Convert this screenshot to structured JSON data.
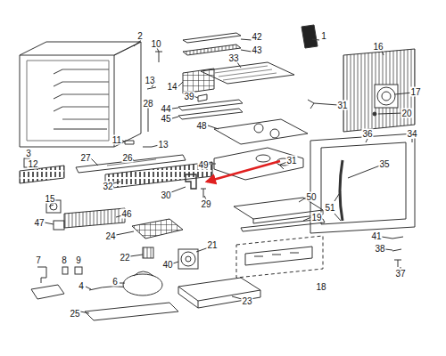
{
  "diagram": {
    "labels": [
      "2",
      "10",
      "42",
      "1",
      "43",
      "16",
      "13",
      "14",
      "33",
      "17",
      "39",
      "44",
      "20",
      "45",
      "28",
      "31",
      "48",
      "11",
      "13",
      "49",
      "36",
      "34",
      "35",
      "3",
      "27",
      "26",
      "31",
      "12",
      "32",
      "51",
      "30",
      "29",
      "50",
      "19",
      "15",
      "46",
      "47",
      "24",
      "22",
      "21",
      "40",
      "41",
      "38",
      "18",
      "7",
      "8",
      "9",
      "37",
      "4",
      "6",
      "23",
      "25"
    ]
  }
}
